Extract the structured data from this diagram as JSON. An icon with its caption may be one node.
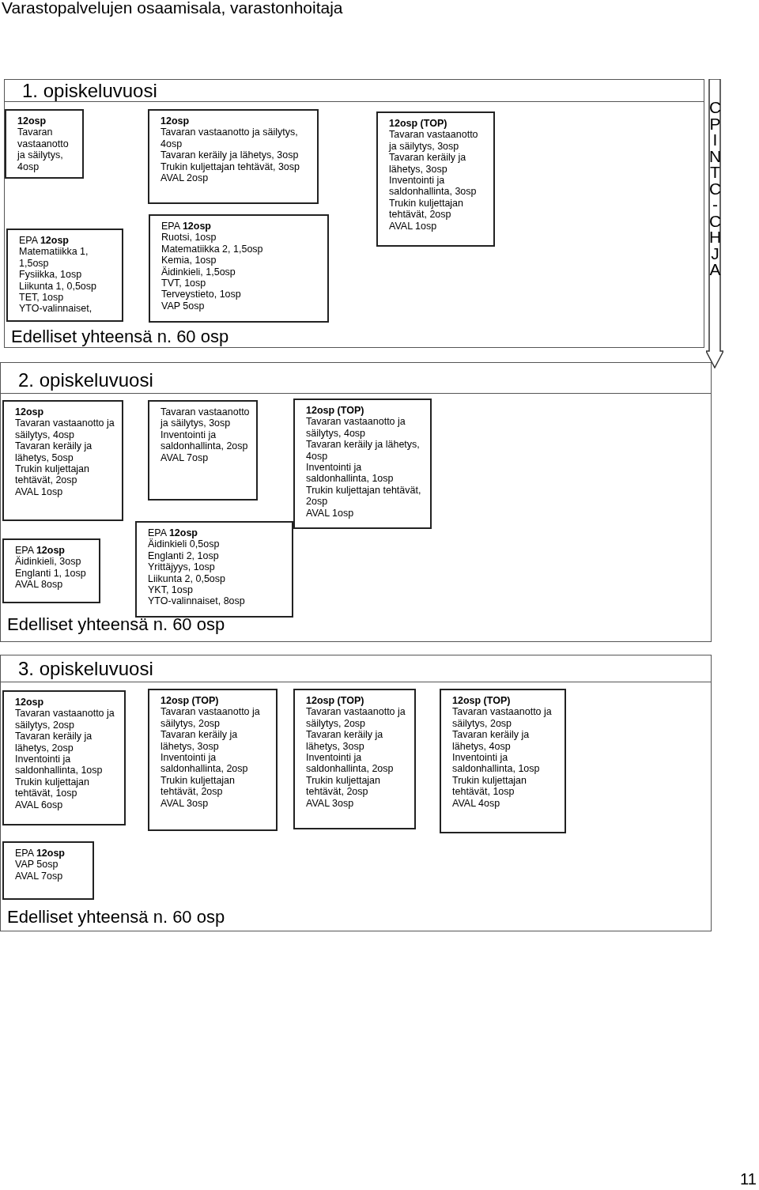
{
  "diagram": {
    "title": "Varastopalvelujen osaamisala, varastonhoitaja",
    "nodes": [
      {
        "text": [
          "1. opiskeluvuosi",
          "Edelliset yhteensä n. 60 osp"
        ]
      },
      {
        "text": [
          "12osp",
          "Tavaran vastaanotto ja säilytys, 4osp"
        ],
        "in": 0
      },
      {
        "text": [
          "12osp",
          "Tavaran vastaanotto ja säilytys, 4osp",
          "Tavaran keräily ja lähetys, 3osp",
          "Trukin kuljettajan tehtävät, 3osp",
          "AVAL 2osp"
        ],
        "in": 0
      },
      {
        "text": [
          "12osp (TOP)",
          "Tavaran vastaanotto ja säilytys, 3osp",
          "Tavaran keräily ja lähetys, 3osp",
          "Inventointi ja saldonhallinta, 3osp",
          "Trukin kuljettajan tehtävät, 2osp",
          "AVAL 1osp"
        ],
        "in": 0
      },
      {
        "text": [
          "EPA **12osp**",
          "Matematiikka 1, 1,5osp",
          "Fysiikka, 1osp",
          "Liikunta 1, 0,5osp",
          "TET, 1osp",
          "YTO-valinnaiset,"
        ],
        "in": 0
      },
      {
        "text": [
          "EPA **12osp**",
          "Ruotsi, 1osp",
          "Matematiikka 2, 1,5osp",
          "Kemia, 1osp",
          "Äidinkieli, 1,5osp",
          "TVT, 1osp",
          "Terveystieto, 1osp",
          "VAP 5osp"
        ],
        "in": 0
      },
      {
        "text": [
          "CPINTC-CHJA"
        ]
      },
      {
        "text": [
          "2. opiskeluvuosi",
          "Edelliset yhteensä n. 60 osp"
        ]
      },
      {
        "text": [
          "12osp",
          "Tavaran vastaanotto ja säilytys, 4osp",
          "Tavaran keräily ja lähetys, 5osp",
          "Trukin kuljettajan tehtävät, 2osp",
          "AVAL 1osp"
        ],
        "in": 7
      },
      {
        "text": [
          "Tavaran vastaanotto ja säilytys, 3osp",
          "Inventointi ja saldonhallinta, 2osp",
          "AVAL 7osp"
        ],
        "in": 7
      },
      {
        "text": [
          "12osp (TOP)",
          "Tavaran vastaanotto ja säilytys, 4osp",
          "Tavaran keräily ja lähetys, 4osp",
          "Inventointi ja saldonhallinta, 1osp",
          "Trukin kuljettajan tehtävät, 2osp",
          "AVAL 1osp"
        ],
        "in": 7
      },
      {
        "text": [
          "EPA **12osp**",
          "Äidinkieli, 3osp",
          "Englanti 1, 1osp",
          "AVAL 8osp"
        ],
        "in": 7
      },
      {
        "text": [
          "EPA **12osp**",
          "Äidinkieli 0,5osp",
          "Englanti 2, 1osp",
          "Yrittäjyys, 1osp",
          "Liikunta 2, 0,5osp",
          "YKT, 1osp",
          "YTO-valinnaiset, 8osp"
        ],
        "in": 7
      },
      {
        "text": [
          "3. opiskeluvuosi",
          "Edelliset yhteensä n. 60 osp"
        ]
      },
      {
        "text": [
          "12osp",
          "Tavaran vastaanotto ja säilytys, 2osp",
          "Tavaran keräily ja lähetys, 2osp",
          "Inventointi ja saldonhallinta, 1osp",
          "Trukin kuljettajan tehtävät, 1osp",
          "AVAL 6osp"
        ],
        "in": 13
      },
      {
        "text": [
          "12osp (TOP)",
          "Tavaran vastaanotto ja säilytys, 2osp",
          "Tavaran keräily ja lähetys, 3osp",
          "Inventointi ja saldonhallinta, 2osp",
          "Trukin kuljettajan tehtävät, 2osp",
          "AVAL 3osp"
        ],
        "in": 13
      },
      {
        "text": [
          "12osp (TOP)",
          "Tavaran vastaanotto ja säilytys, 2osp",
          "Tavaran keräily ja lähetys, 3osp",
          "Inventointi ja saldonhallinta, 2osp",
          "Trukin kuljettajan tehtävät, 2osp",
          "AVAL 3osp"
        ],
        "in": 13
      },
      {
        "text": [
          "12osp (TOP)",
          "Tavaran vastaanotto ja säilytys, 2osp",
          "Tavaran keräily ja lähetys, 4osp",
          "Inventointi ja saldonhallinta, 1osp",
          "Trukin kuljettajan tehtävät, 1osp",
          "AVAL 4osp"
        ],
        "in": 13
      },
      {
        "text": [
          "EPA **12osp**",
          "VAP 5osp",
          "AVAL 7osp"
        ],
        "in": 13
      }
    ],
    "edges": [],
    "labels": [
      "11"
    ]
  }
}
